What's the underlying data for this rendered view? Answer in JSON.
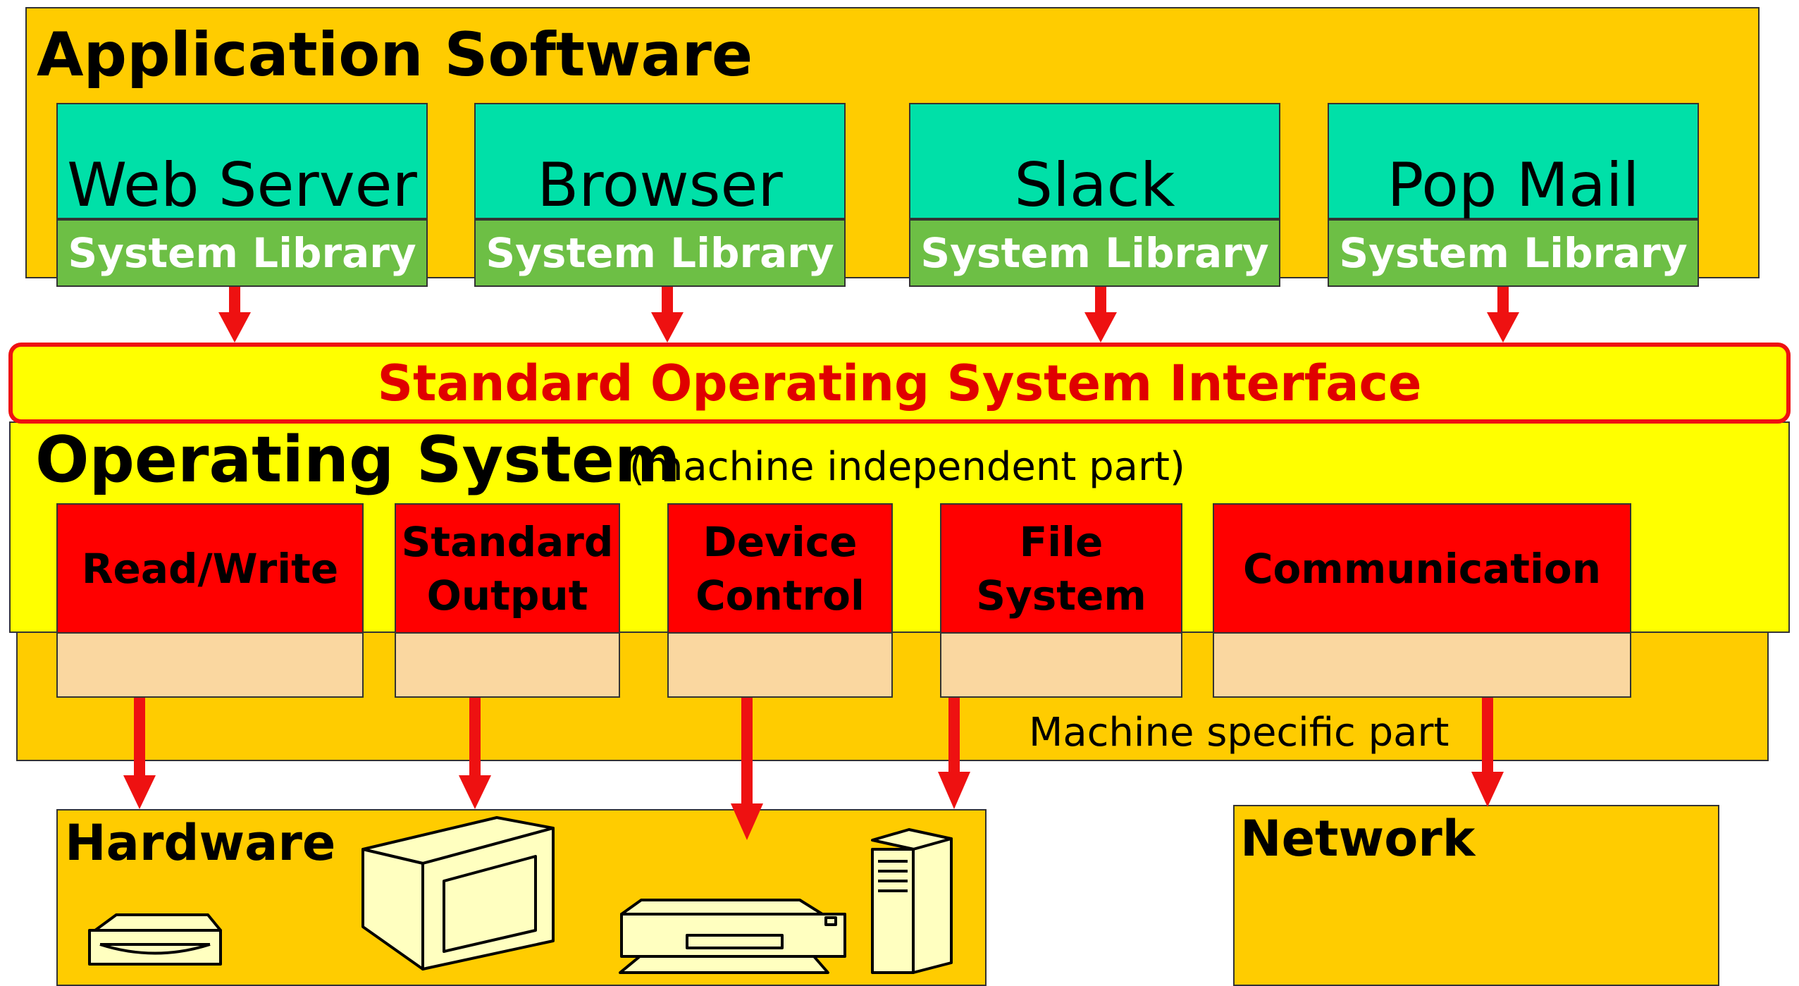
{
  "app_software": {
    "title": "Application Software",
    "apps": [
      {
        "name": "Web Server",
        "library": "System Library"
      },
      {
        "name": "Browser",
        "library": "System Library"
      },
      {
        "name": "Slack",
        "library": "System Library"
      },
      {
        "name": "Pop Mail",
        "library": "System Library"
      }
    ]
  },
  "interface": {
    "label": "Standard Operating System Interface"
  },
  "os": {
    "title": "Operating System",
    "subtitle": "(machine independent part)",
    "modules": [
      {
        "line1": "Read/Write",
        "line2": ""
      },
      {
        "line1": "Standard",
        "line2": "Output"
      },
      {
        "line1": "Device",
        "line2": "Control"
      },
      {
        "line1": "File",
        "line2": "System"
      },
      {
        "line1": "Communication",
        "line2": ""
      }
    ],
    "machine_specific": "Machine specific part"
  },
  "hardware": {
    "title": "Hardware"
  },
  "network": {
    "title": "Network"
  },
  "colors": {
    "outer_orange": "#FFCC00",
    "interface_yellow": "#FFFF00",
    "app_teal": "#00E0A8",
    "library_green": "#6DBF45",
    "module_red": "#FF0000",
    "machine_peach": "#FAD7A0",
    "arrow_red": "#EE1111",
    "interface_text_red": "#E00000",
    "device_cream": "#FFFFC0"
  },
  "icons": [
    "disk-drive-icon",
    "monitor-icon",
    "printer-icon",
    "server-tower-icon"
  ]
}
